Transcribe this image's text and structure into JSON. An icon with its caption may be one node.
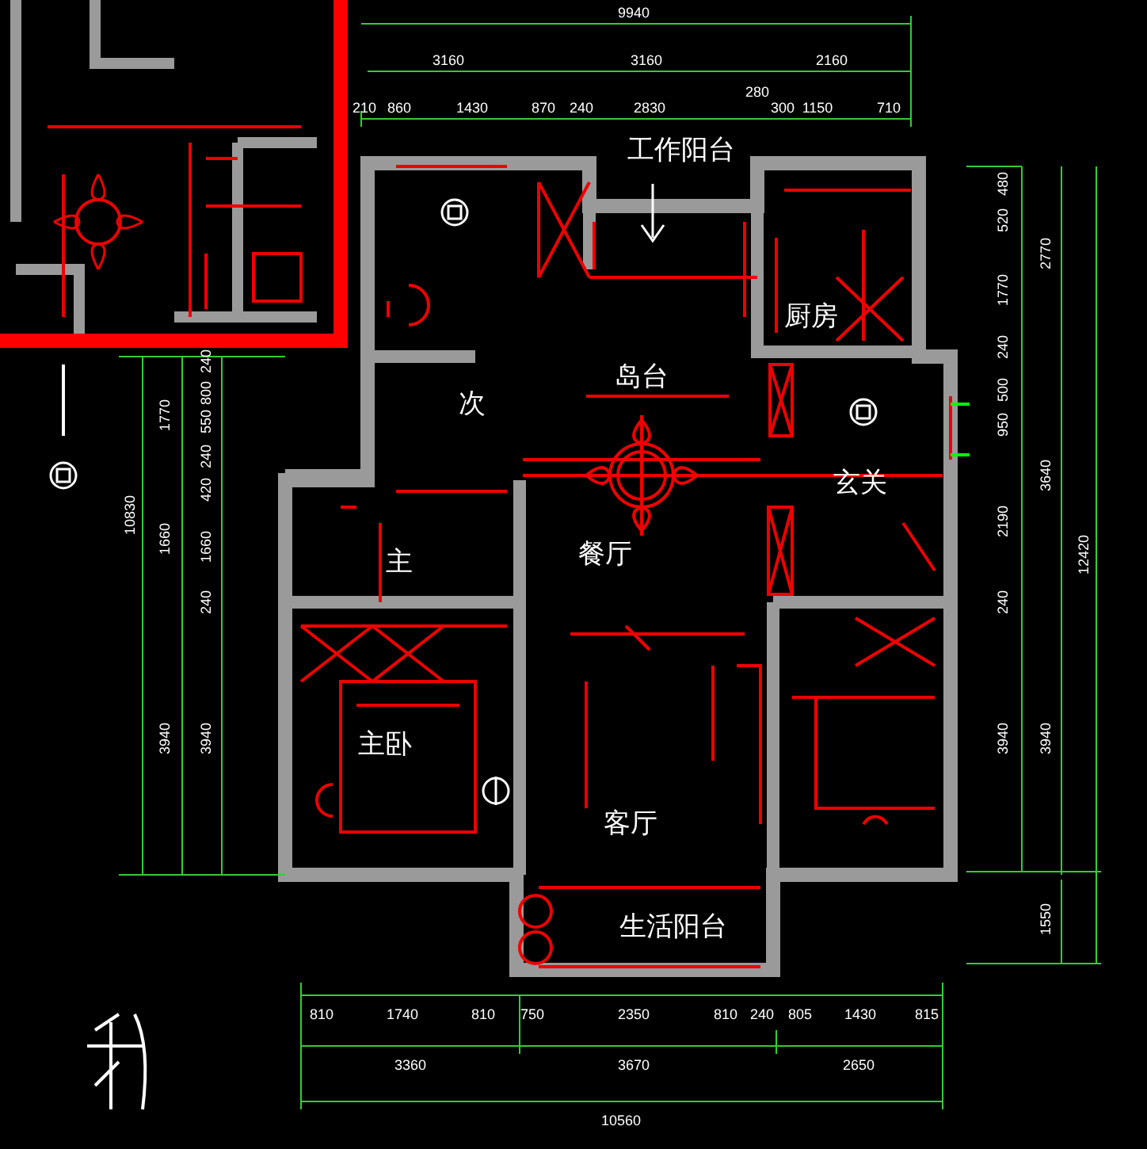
{
  "diagram": {
    "nodes": [
      {
        "text": [
          "工作阳台"
        ]
      },
      {
        "text": [
          "厨房"
        ]
      },
      {
        "text": [
          "岛台"
        ]
      },
      {
        "text": [
          "次"
        ]
      },
      {
        "text": [
          "主"
        ]
      },
      {
        "text": [
          "餐厅"
        ]
      },
      {
        "text": [
          "玄关"
        ]
      },
      {
        "text": [
          "主卧"
        ]
      },
      {
        "text": [
          "客厅"
        ]
      },
      {
        "text": [
          "生活阳台"
        ]
      }
    ],
    "labels": [
      "9940",
      "3160",
      "3160",
      "2160",
      "210",
      "860",
      "1430",
      "870",
      "240",
      "2830",
      "280",
      "300",
      "1150",
      "710",
      "480",
      "520",
      "1770",
      "2770",
      "240",
      "500",
      "950",
      "3640",
      "2190",
      "240",
      "3940",
      "3940",
      "1550",
      "12420",
      "10830",
      "1770",
      "1660",
      "3940",
      "240",
      "800",
      "550",
      "240",
      "420",
      "1660",
      "240",
      "3940",
      "810",
      "1740",
      "810",
      "750",
      "2350",
      "810",
      "240",
      "805",
      "1430",
      "815",
      "3360",
      "3670",
      "2650",
      "10560"
    ]
  }
}
